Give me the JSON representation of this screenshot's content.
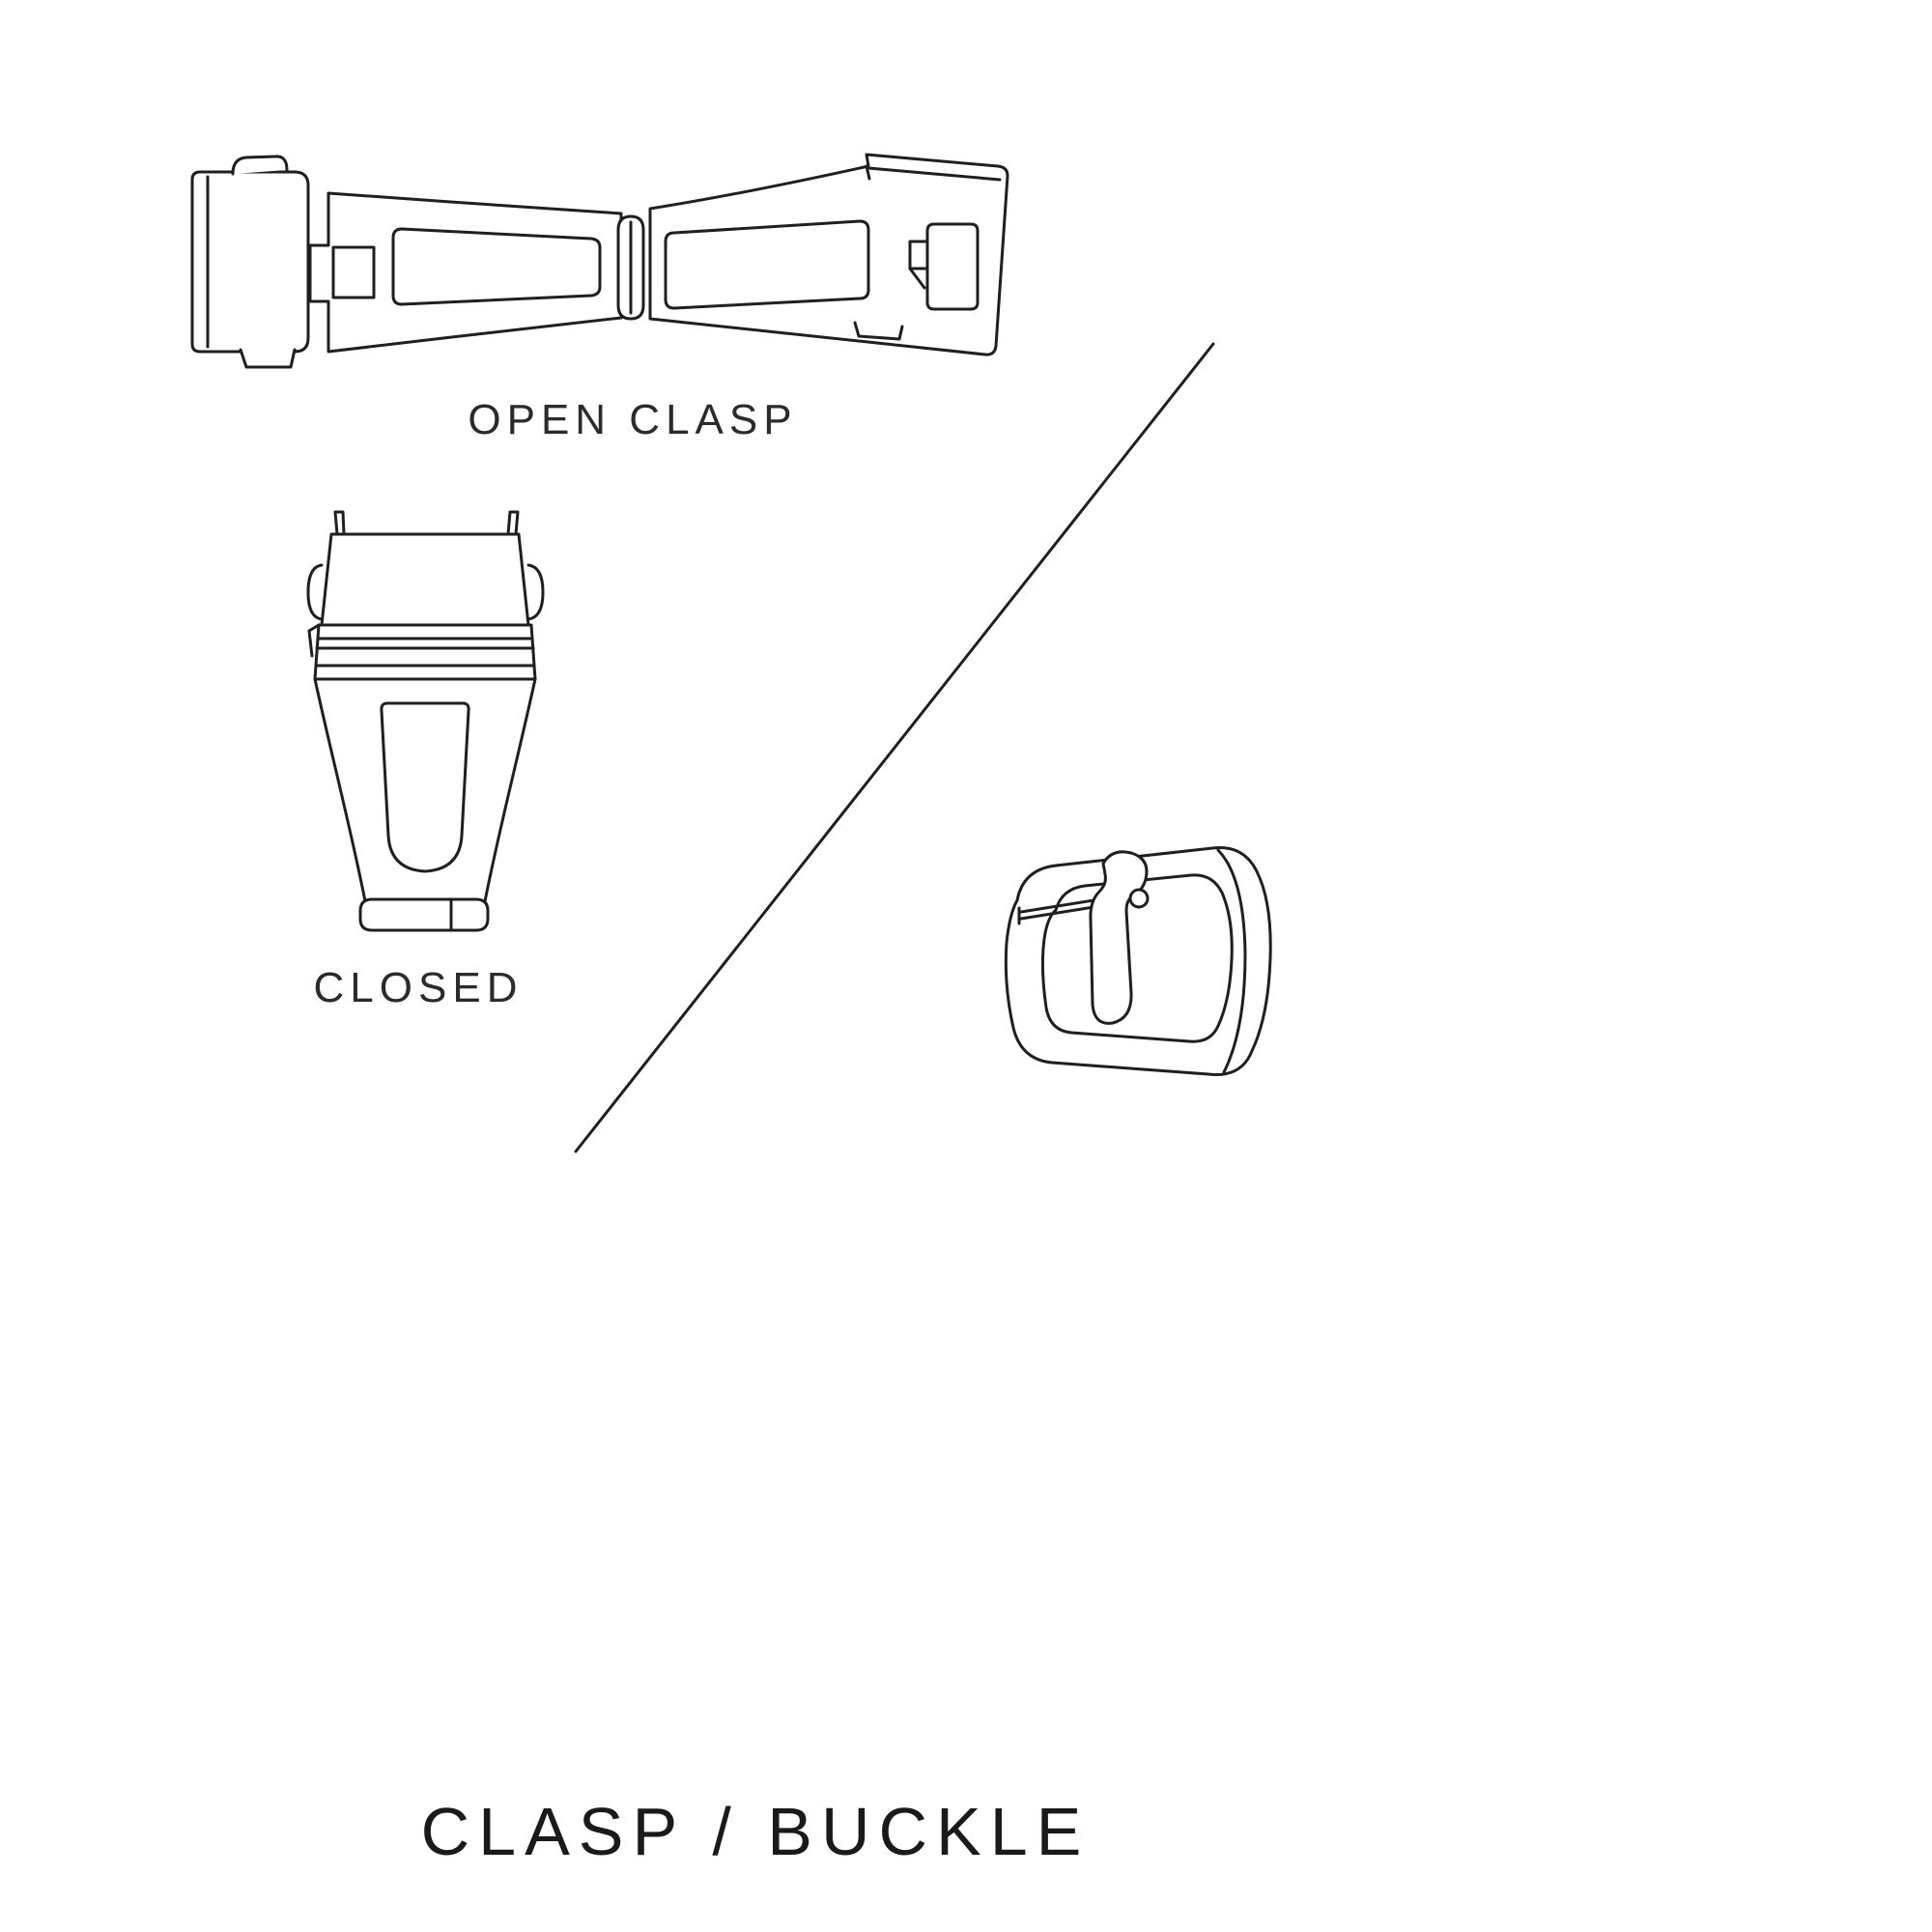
{
  "page": {
    "background": "#ffffff",
    "line_color": "#1f1f1f",
    "text_color": "#2b2b2b",
    "title_color": "#1a1a1a"
  },
  "labels": {
    "open_clasp": "OPEN CLASP",
    "closed": "CLOSED",
    "title": "CLASP / BUCKLE"
  },
  "illustrations": {
    "open_clasp": "open-clasp-illustration",
    "closed_clasp": "closed-clasp-illustration",
    "tang_buckle": "tang-buckle-illustration",
    "divider": "diagonal-divider-line"
  }
}
